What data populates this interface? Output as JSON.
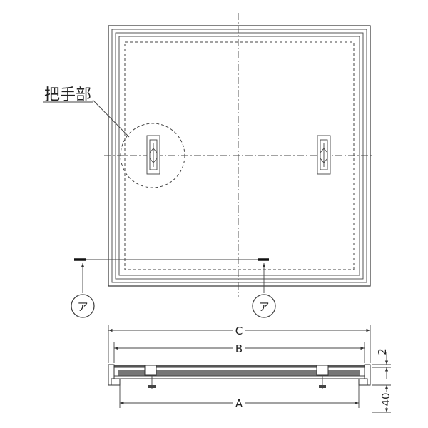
{
  "labels": {
    "handle_part": "把手部",
    "section_mark": "ア"
  },
  "dimensions": {
    "c": "C",
    "b": "B",
    "a": "A",
    "flange": "2",
    "depth": "40"
  },
  "colors": {
    "line": "#333333",
    "background": "#ffffff"
  }
}
